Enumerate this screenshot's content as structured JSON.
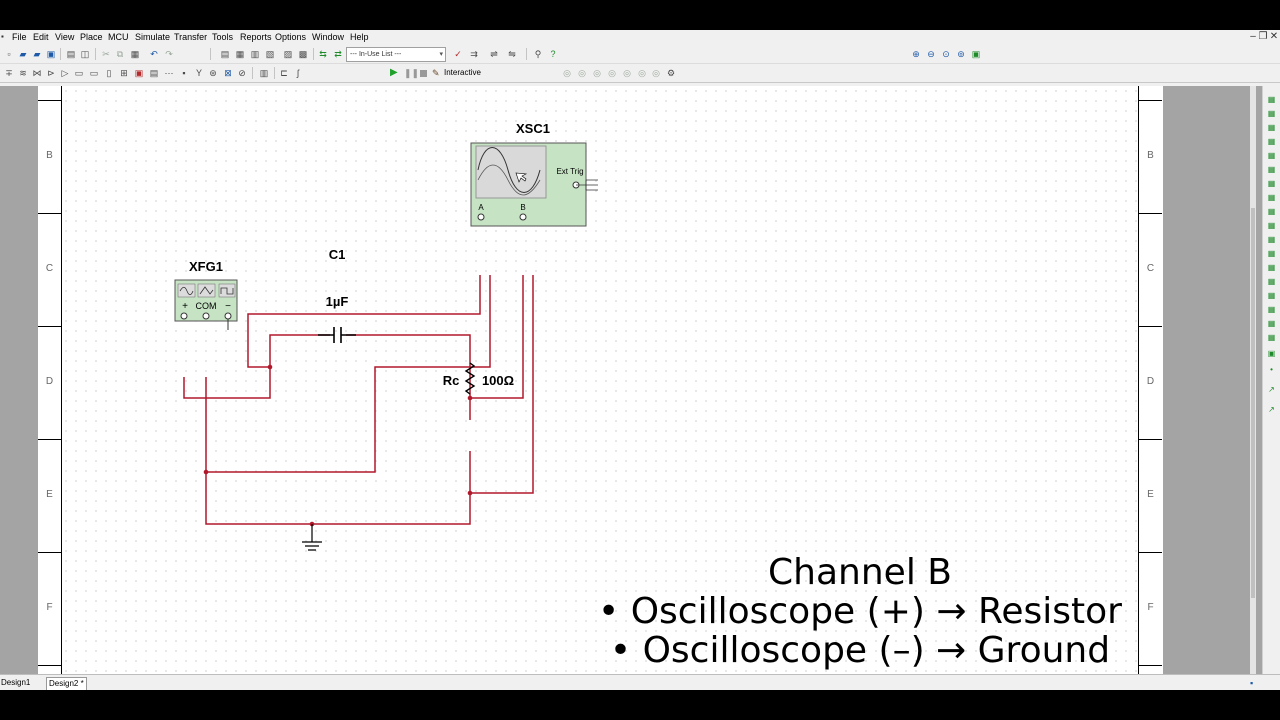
{
  "menu": [
    "File",
    "Edit",
    "View",
    "Place",
    "MCU",
    "Simulate",
    "Transfer",
    "Tools",
    "Reports",
    "Options",
    "Window",
    "Help"
  ],
  "toolbar": {
    "in_use_list": "--- In-Use List ---",
    "mode_label": "Interactive"
  },
  "sheet": {
    "row_labels": [
      "B",
      "C",
      "D",
      "E",
      "F"
    ]
  },
  "circuit": {
    "scope_label": "XSC1",
    "scope_ext_trig": "Ext Trig",
    "scope_ch_a": "A",
    "scope_ch_b": "B",
    "fg_label": "XFG1",
    "fg_plus": "+",
    "fg_com": "COM",
    "fg_minus": "−",
    "cap_label": "C1",
    "cap_value": "1µF",
    "res_label": "Rc",
    "res_value": "100Ω",
    "wire_color": "#b2182b"
  },
  "overlay": {
    "title": "Channel B",
    "bullet1": "• Oscilloscope (+) → Resistor",
    "bullet2": "• Oscilloscope (–) → Ground"
  },
  "tabs": [
    "Design1",
    "Design2 *"
  ]
}
